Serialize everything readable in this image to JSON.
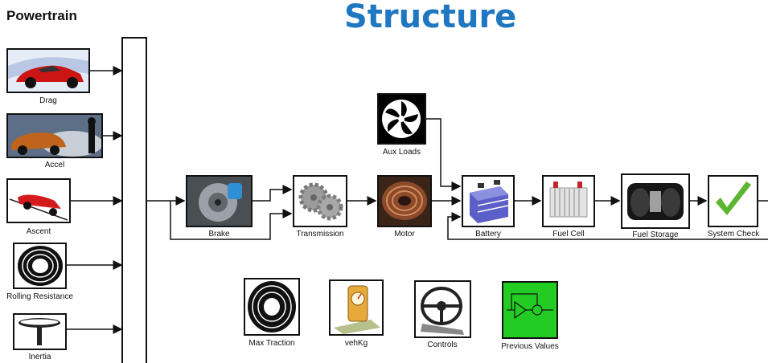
{
  "title": "Structure",
  "subsystem": "Powertrain",
  "left_blocks": [
    {
      "label": "Drag",
      "icon": "car-wind-icon"
    },
    {
      "label": "Accel",
      "icon": "burning-car-icon"
    },
    {
      "label": "Ascent",
      "icon": "car-on-slope-icon"
    },
    {
      "label": "Rolling Resistance",
      "icon": "tire-icon"
    },
    {
      "label": "Inertia",
      "icon": "flywheel-icon"
    }
  ],
  "chain_blocks": [
    {
      "label": "Brake",
      "icon": "disc-brake-icon"
    },
    {
      "label": "Transmission",
      "icon": "gears-icon"
    },
    {
      "label": "Motor",
      "icon": "motor-coil-icon"
    },
    {
      "label": "Battery",
      "icon": "battery-icon"
    },
    {
      "label": "Fuel Cell",
      "icon": "fuel-cell-icon"
    },
    {
      "label": "Fuel Storage",
      "icon": "fuel-tank-icon"
    },
    {
      "label": "System Check",
      "icon": "checkmark-icon"
    }
  ],
  "aux_block": {
    "label": "Aux Loads",
    "icon": "fan-icon"
  },
  "bottom_blocks": [
    {
      "label": "Max Traction",
      "icon": "tire-icon"
    },
    {
      "label": "vehKg",
      "icon": "scale-icon"
    },
    {
      "label": "Controls",
      "icon": "steering-icon"
    },
    {
      "label": "Previous Values",
      "icon": "memory-block-icon"
    }
  ],
  "colors": {
    "title": "#1f77c2",
    "previous_values_fill": "#22cc22"
  }
}
